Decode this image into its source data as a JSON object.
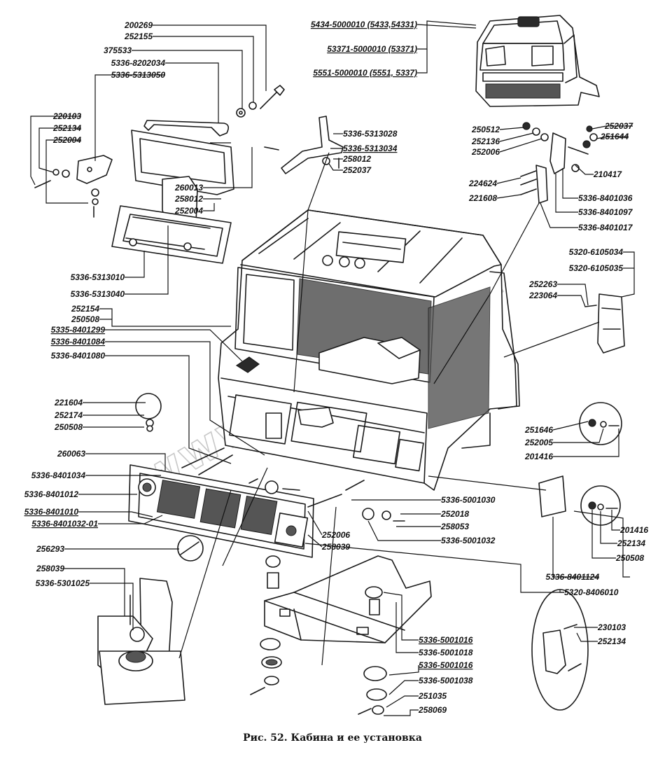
{
  "caption": "Рис. 52. Кабина и ее установка",
  "watermark": "www.sinkom.kz",
  "cab_variants": [
    {
      "text": "5434-5000010 (5433,54331)"
    },
    {
      "text": "53371-5000010 (53371)"
    },
    {
      "text": "5551-5000010 (5551, 5337)"
    }
  ],
  "labels": [
    {
      "text": "200269"
    },
    {
      "text": "252155"
    },
    {
      "text": "375533"
    },
    {
      "text": "5336-8202034"
    },
    {
      "text": "5336-5313050"
    },
    {
      "text": "220103"
    },
    {
      "text": "252134"
    },
    {
      "text": "252004"
    },
    {
      "text": "260013"
    },
    {
      "text": "258012"
    },
    {
      "text": "252004"
    },
    {
      "text": "5336-5313010"
    },
    {
      "text": "5336-5313040"
    },
    {
      "text": "252154"
    },
    {
      "text": "250508"
    },
    {
      "text": "5335-8401299"
    },
    {
      "text": "5336-8401084"
    },
    {
      "text": "5336-8401080"
    },
    {
      "text": "221604"
    },
    {
      "text": "252174"
    },
    {
      "text": "250508"
    },
    {
      "text": "260063"
    },
    {
      "text": "5336-8401034"
    },
    {
      "text": "5336-8401012"
    },
    {
      "text": "5336-8401010"
    },
    {
      "text": "5336-8401032-01"
    },
    {
      "text": "256293"
    },
    {
      "text": "258039"
    },
    {
      "text": "5336-5301025"
    },
    {
      "text": "5336-5313028"
    },
    {
      "text": "5336-5313034"
    },
    {
      "text": "258012"
    },
    {
      "text": "252037"
    },
    {
      "text": "250512"
    },
    {
      "text": "252136"
    },
    {
      "text": "252006"
    },
    {
      "text": "252037"
    },
    {
      "text": "251644"
    },
    {
      "text": "210417"
    },
    {
      "text": "224624"
    },
    {
      "text": "221608"
    },
    {
      "text": "5336-8401036"
    },
    {
      "text": "5336-8401097"
    },
    {
      "text": "5336-8401017"
    },
    {
      "text": "5320-6105034"
    },
    {
      "text": "5320-6105035"
    },
    {
      "text": "252263"
    },
    {
      "text": "223064"
    },
    {
      "text": "251646"
    },
    {
      "text": "252005"
    },
    {
      "text": "201416"
    },
    {
      "text": "5336-5001030"
    },
    {
      "text": "252018"
    },
    {
      "text": "258053"
    },
    {
      "text": "5336-5001032"
    },
    {
      "text": "252006"
    },
    {
      "text": "258039"
    },
    {
      "text": "201416"
    },
    {
      "text": "252134"
    },
    {
      "text": "250508"
    },
    {
      "text": "5336-8401124"
    },
    {
      "text": "5320-8406010"
    },
    {
      "text": "230103"
    },
    {
      "text": "252134"
    },
    {
      "text": "5336-5001016"
    },
    {
      "text": "5336-5001018"
    },
    {
      "text": "5336-5001016"
    },
    {
      "text": "5336-5001038"
    },
    {
      "text": "251035"
    },
    {
      "text": "258069"
    }
  ]
}
